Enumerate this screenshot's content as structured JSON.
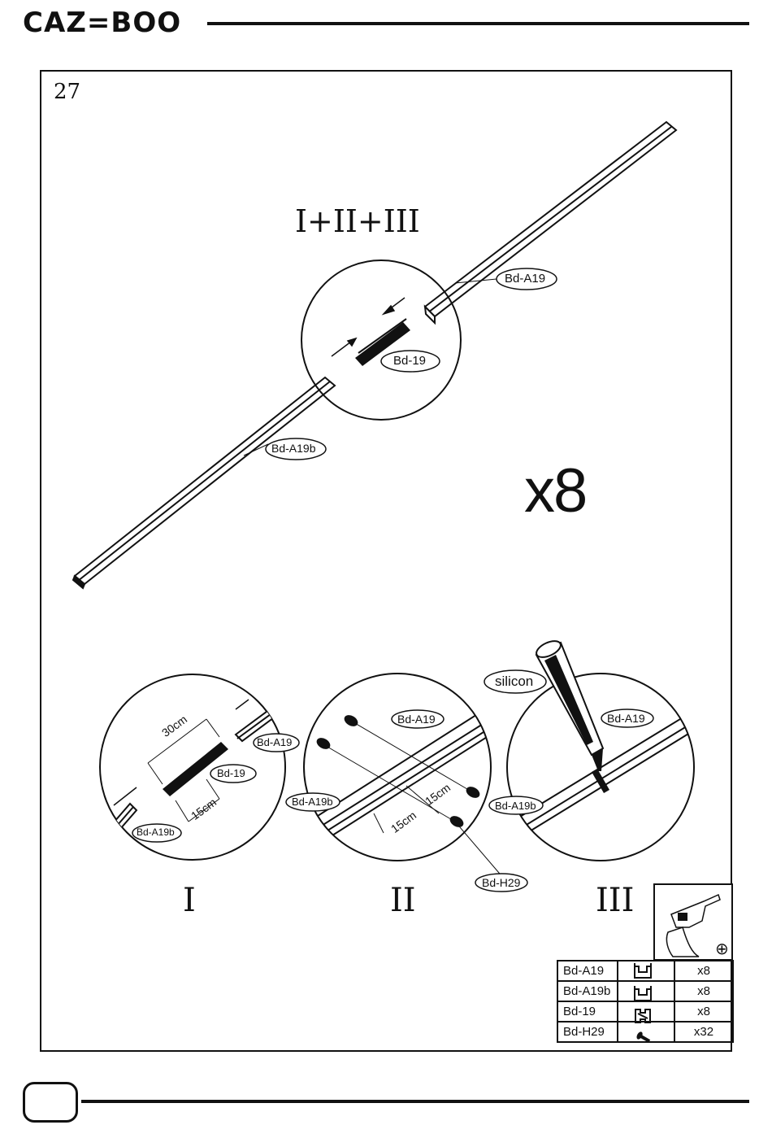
{
  "header": {
    "brand": "CAZ=BOO"
  },
  "step": {
    "number": "27",
    "multiplier": "x8"
  },
  "main_diagram": {
    "title": "I+II+III",
    "labels": {
      "upper_bar": "Bd-A19",
      "connector": "Bd-19",
      "lower_bar": "Bd-A19b"
    }
  },
  "detail_I": {
    "numeral": "I",
    "labels": {
      "bar_top": "Bd-A19",
      "connector": "Bd-19",
      "bar_bottom": "Bd-A19b",
      "dim_long": "30cm",
      "dim_short": "15cm"
    }
  },
  "detail_II": {
    "numeral": "II",
    "labels": {
      "bar_top": "Bd-A19",
      "bar_bottom": "Bd-A19b",
      "screw": "Bd-H29",
      "dim_left": "15cm",
      "dim_right": "15cm"
    }
  },
  "detail_III": {
    "numeral": "III",
    "labels": {
      "sealant": "silicon",
      "bar_top": "Bd-A19",
      "bar_bottom": "Bd-A19b"
    }
  },
  "tool": {
    "icon": "drill-icon",
    "bit_symbol": "⊕"
  },
  "parts_table": [
    {
      "code": "Bd-A19",
      "icon": "profile-icon",
      "qty": "x8"
    },
    {
      "code": "Bd-A19b",
      "icon": "profile-icon",
      "qty": "x8"
    },
    {
      "code": "Bd-19",
      "icon": "connector-icon",
      "qty": "x8"
    },
    {
      "code": "Bd-H29",
      "icon": "screw-icon",
      "qty": "x32"
    }
  ]
}
